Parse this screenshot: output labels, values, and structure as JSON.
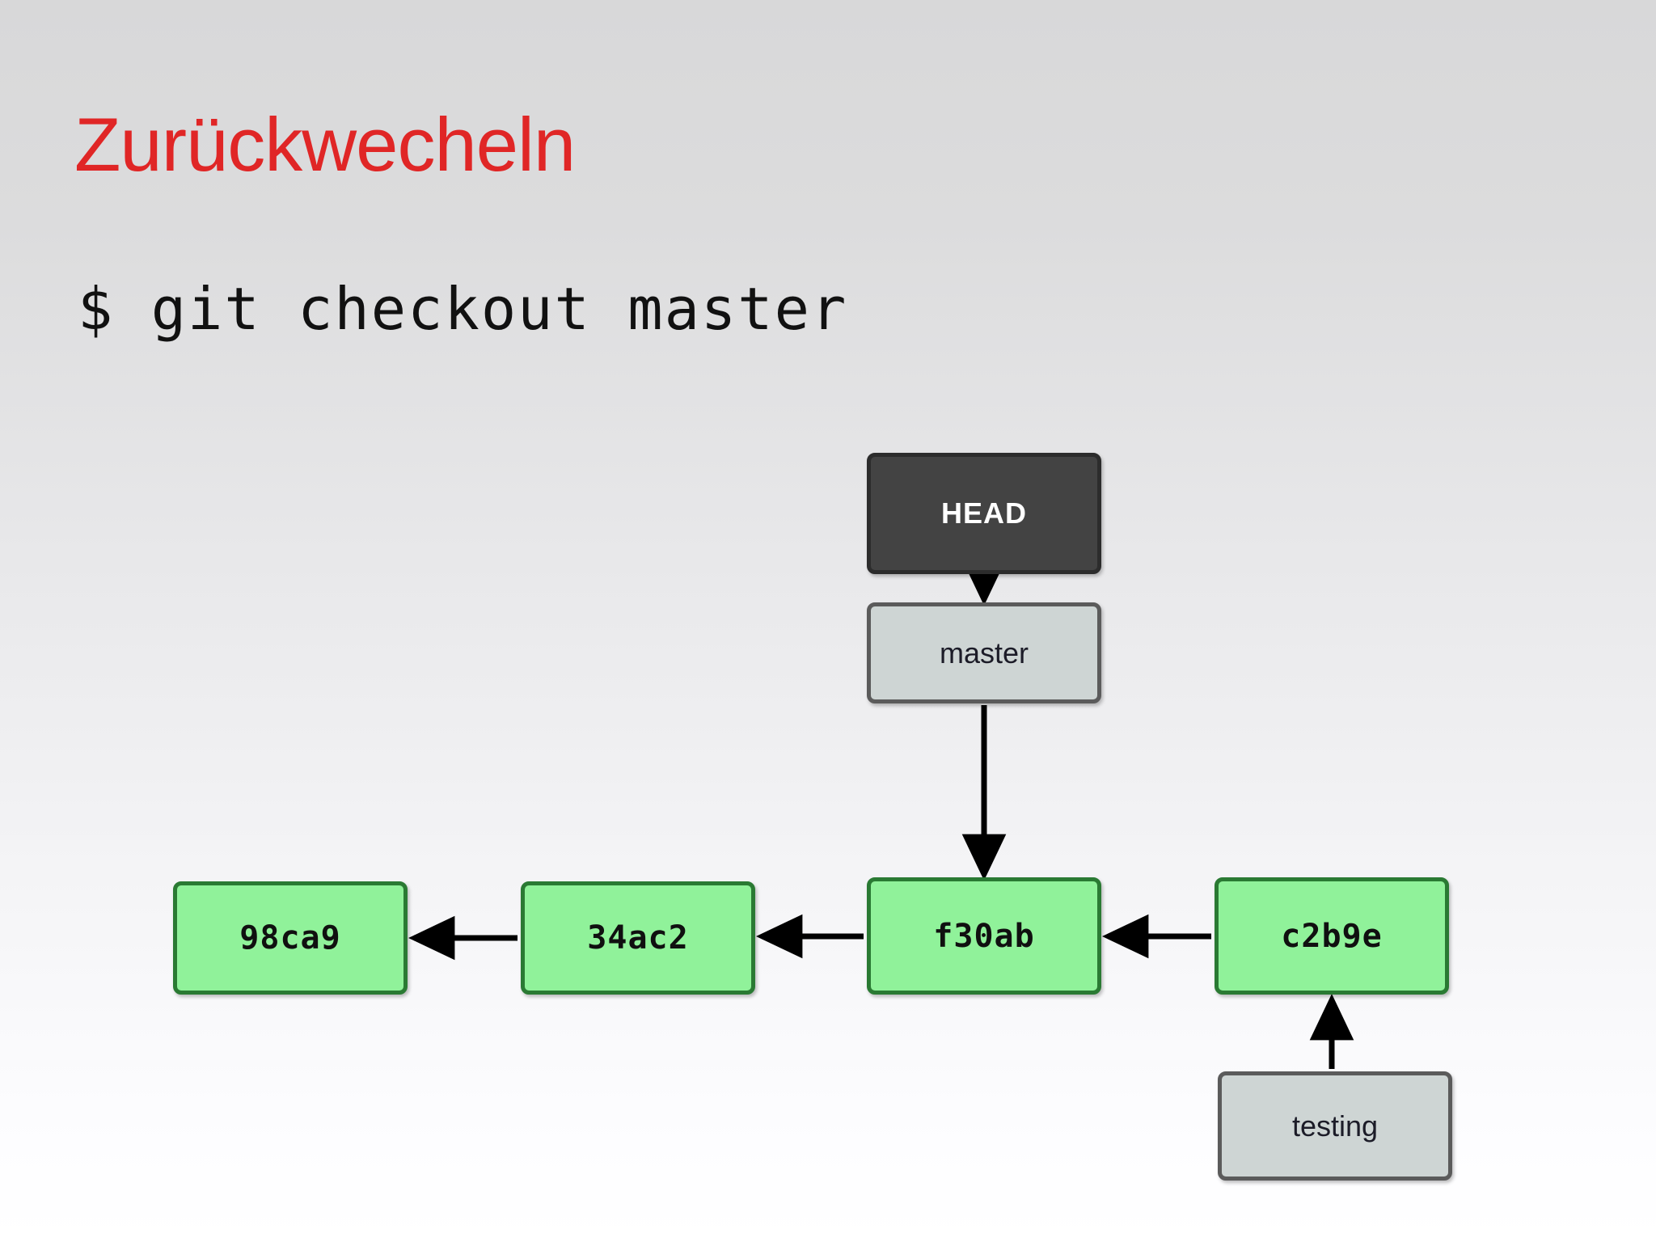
{
  "slide": {
    "title": "Zurückwecheln",
    "title_color": "#e02626",
    "command": "$ git checkout master",
    "background_top_color": "#d8d8d9",
    "background_bottom_color": "#ffffff"
  },
  "diagram": {
    "type": "git-commit-graph",
    "commit_fill_color": "#90f29a",
    "commit_border_color": "#2a7a33",
    "ref_fill_color": "#ced5d4",
    "ref_border_color": "#5b5b5b",
    "head_fill_color": "#434343",
    "head_text_color": "#ffffff",
    "arrow_color": "#000000",
    "nodes": [
      {
        "id": "98ca9",
        "label": "98ca9",
        "kind": "commit"
      },
      {
        "id": "34ac2",
        "label": "34ac2",
        "kind": "commit"
      },
      {
        "id": "f30ab",
        "label": "f30ab",
        "kind": "commit"
      },
      {
        "id": "c2b9e",
        "label": "c2b9e",
        "kind": "commit"
      },
      {
        "id": "head",
        "label": "HEAD",
        "kind": "head"
      },
      {
        "id": "master",
        "label": "master",
        "kind": "ref"
      },
      {
        "id": "testing",
        "label": "testing",
        "kind": "ref"
      }
    ],
    "edges": [
      {
        "from": "head",
        "to": "master",
        "direction": "down"
      },
      {
        "from": "master",
        "to": "f30ab",
        "direction": "down"
      },
      {
        "from": "34ac2",
        "to": "98ca9",
        "direction": "left"
      },
      {
        "from": "f30ab",
        "to": "34ac2",
        "direction": "left"
      },
      {
        "from": "c2b9e",
        "to": "f30ab",
        "direction": "left"
      },
      {
        "from": "testing",
        "to": "c2b9e",
        "direction": "up"
      }
    ]
  }
}
